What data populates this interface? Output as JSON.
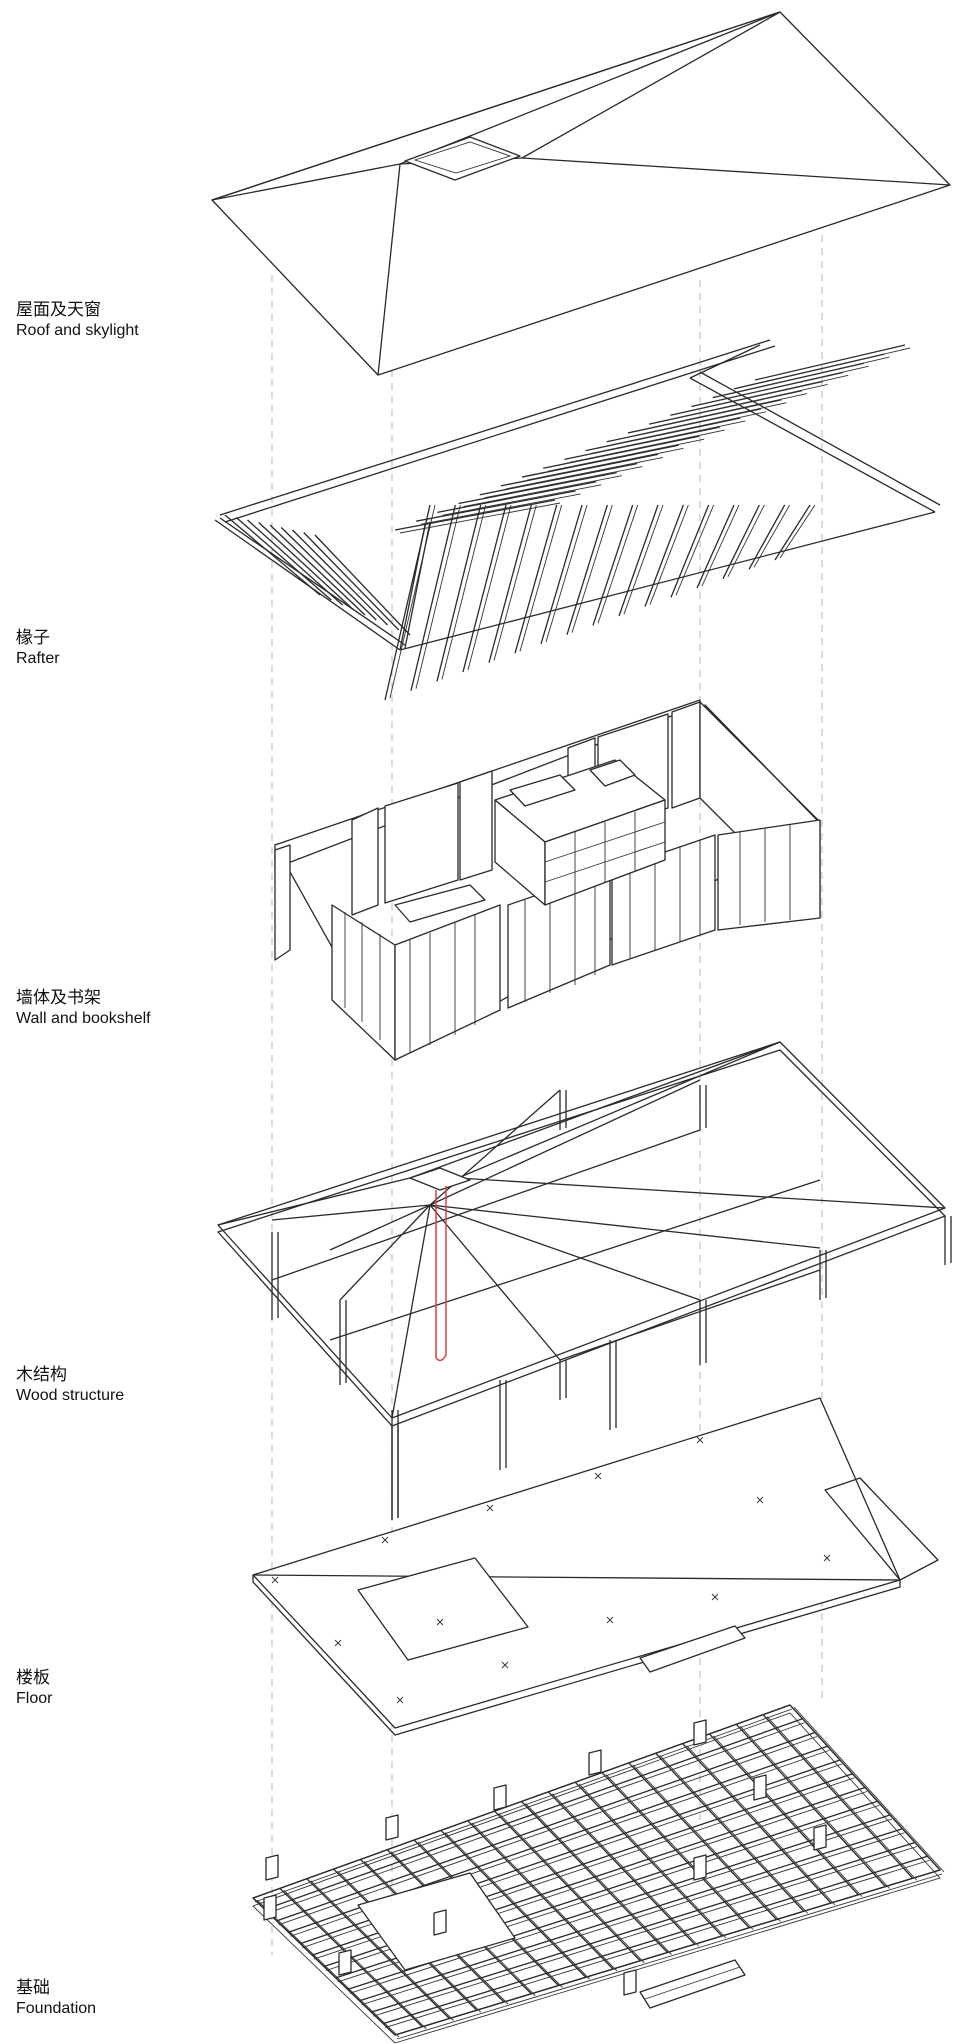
{
  "colors": {
    "line": "#2a2a2a",
    "guide": "#bdbdbd",
    "pipe": "#d9433f",
    "background": "#ffffff"
  },
  "layers": [
    {
      "id": "roof",
      "zh": "屋面及天窗",
      "en": "Roof and skylight"
    },
    {
      "id": "rafter",
      "zh": "椽子",
      "en": "Rafter"
    },
    {
      "id": "wall",
      "zh": "墙体及书架",
      "en": "Wall and bookshelf"
    },
    {
      "id": "wood",
      "zh": "木结构",
      "en": "Wood structure"
    },
    {
      "id": "floor",
      "zh": "楼板",
      "en": "Floor"
    },
    {
      "id": "foundation",
      "zh": "基础",
      "en": "Foundation"
    }
  ]
}
